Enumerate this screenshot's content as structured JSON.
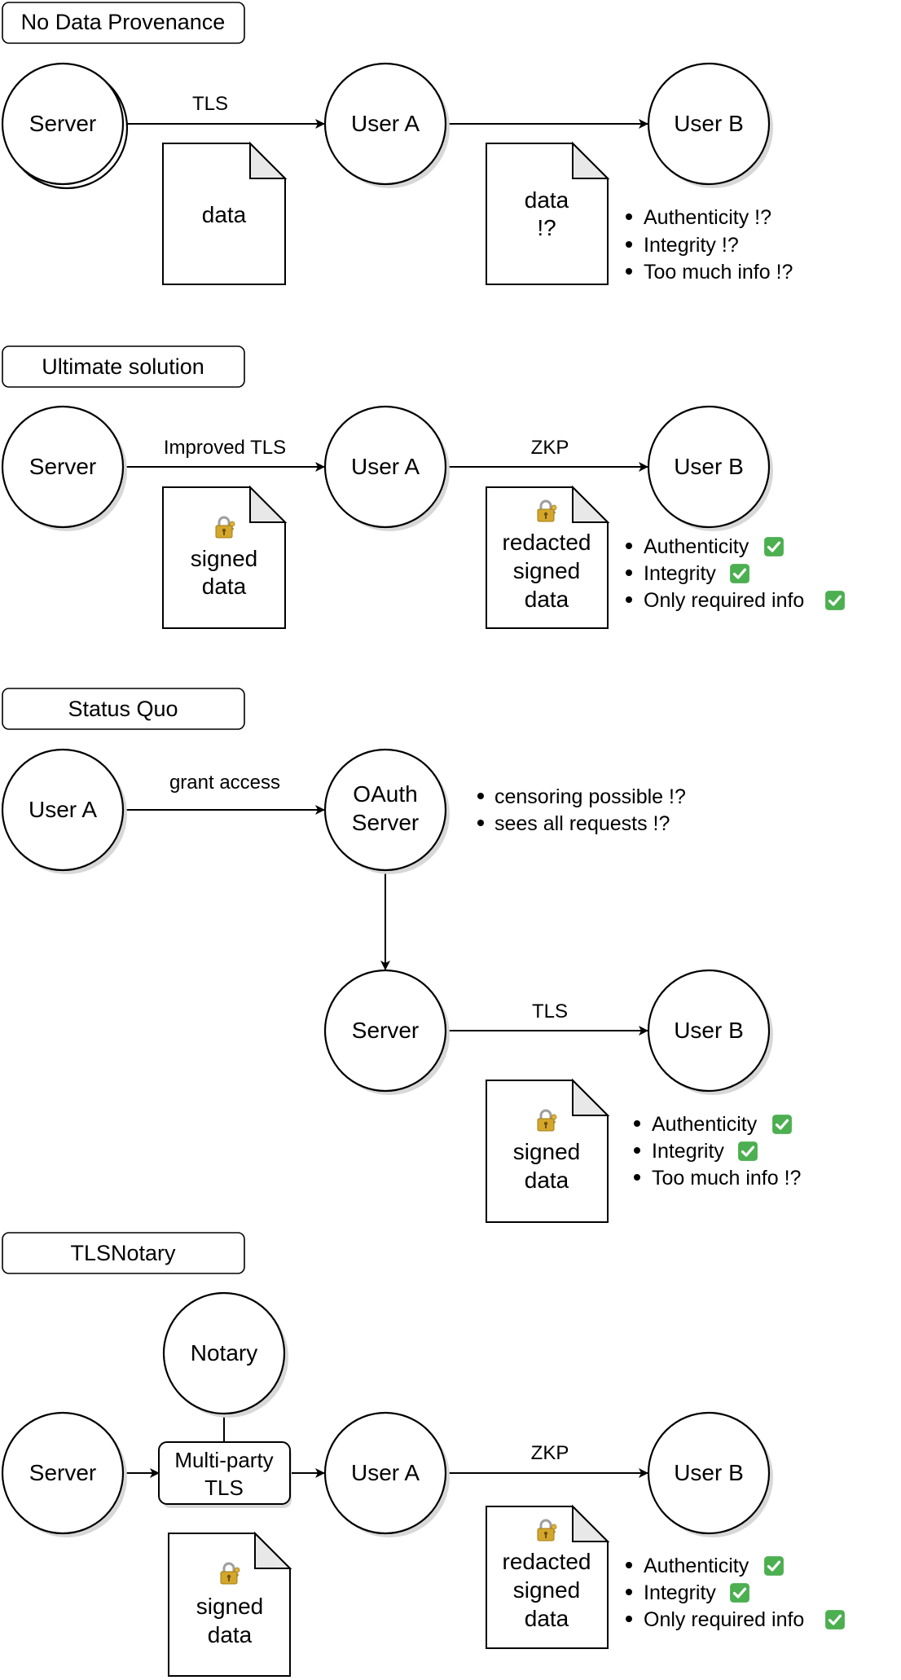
{
  "sections": {
    "no_provenance": {
      "title": "No Data Provenance",
      "node_server": "Server",
      "node_user_a": "User A",
      "node_user_b": "User B",
      "edge_label": "TLS",
      "doc1": "data",
      "doc2_line1": "data",
      "doc2_line2": "!?",
      "bullets": [
        "Authenticity !?",
        "Integrity !?",
        "Too much info !?"
      ]
    },
    "ultimate": {
      "title": "Ultimate solution",
      "node_server": "Server",
      "node_user_a": "User A",
      "node_user_b": "User B",
      "edge_label_1": "Improved TLS",
      "edge_label_2": "ZKP",
      "doc1_line1": "signed",
      "doc1_line2": "data",
      "doc2_line1": "redacted",
      "doc2_line2": "signed",
      "doc2_line3": "data",
      "bullets": [
        "Authenticity",
        "Integrity",
        "Only required info"
      ]
    },
    "status_quo": {
      "title": "Status Quo",
      "node_user_a": "User A",
      "node_oauth_line1": "OAuth",
      "node_oauth_line2": "Server",
      "node_server": "Server",
      "node_user_b": "User B",
      "edge_label_1": "grant access",
      "edge_label_2": "TLS",
      "oauth_bullets": [
        "censoring possible !?",
        "sees all requests !?"
      ],
      "doc_line1": "signed",
      "doc_line2": "data",
      "bullets": [
        "Authenticity",
        "Integrity",
        "Too much info !?"
      ]
    },
    "tlsnotary": {
      "title": "TLSNotary",
      "node_notary": "Notary",
      "node_server": "Server",
      "mpc_line1": "Multi-party",
      "mpc_line2": "TLS",
      "node_user_a": "User A",
      "node_user_b": "User B",
      "edge_label": "ZKP",
      "doc1_line1": "signed",
      "doc1_line2": "data",
      "doc2_line1": "redacted",
      "doc2_line2": "signed",
      "doc2_line3": "data",
      "bullets": [
        "Authenticity",
        "Integrity",
        "Only required info"
      ]
    }
  },
  "icons": {
    "bullet": "bullet-dot",
    "check": "check-mark-icon",
    "lock": "lock-icon"
  },
  "colors": {
    "check_green": "#4caf50",
    "lock_gold": "#d4a72c",
    "doc_fold": "#e8e8e8"
  }
}
